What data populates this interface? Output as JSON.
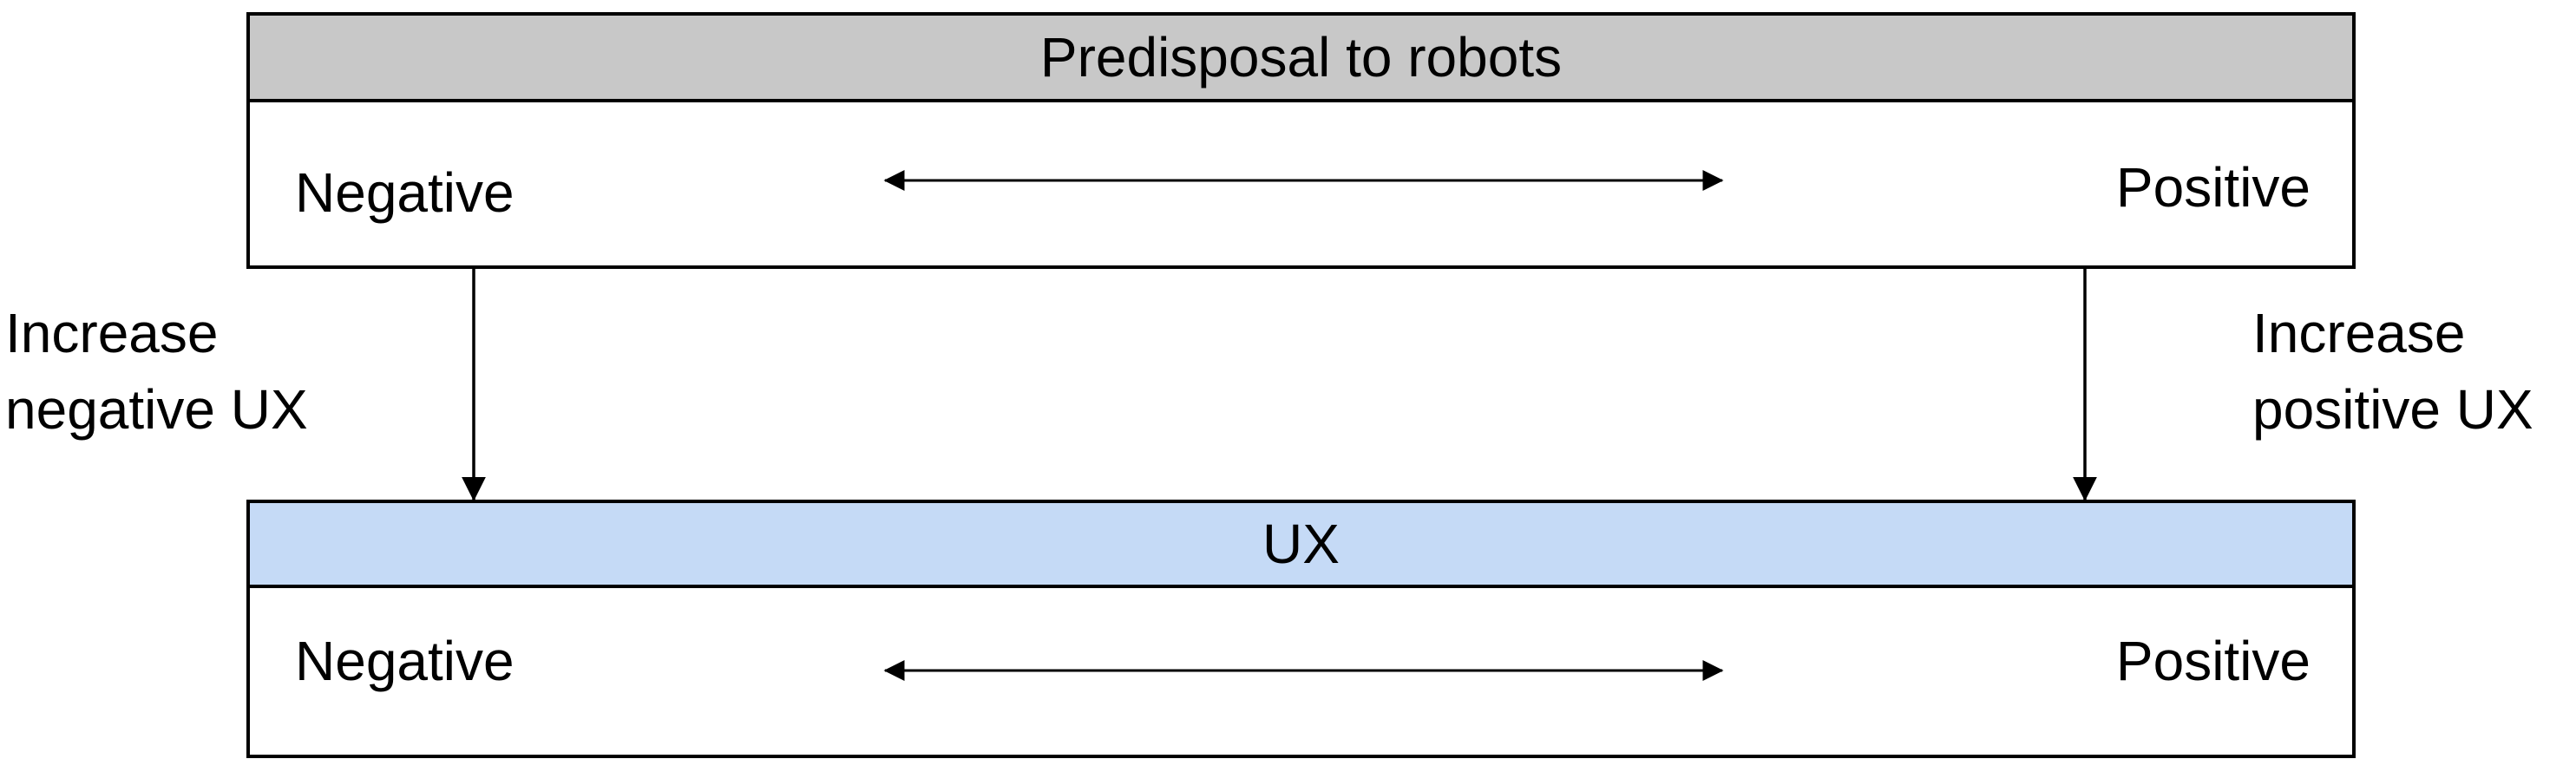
{
  "top_box": {
    "title": "Predisposal to robots",
    "left_label": "Negative",
    "right_label": "Positive",
    "header_color": "#c8c8c8"
  },
  "bottom_box": {
    "title": "UX",
    "left_label": "Negative",
    "right_label": "Positive",
    "header_color": "#c5daf6"
  },
  "left_effect": {
    "line1": "Increase",
    "line2": "negative UX"
  },
  "right_effect": {
    "line1": "Increase",
    "line2": "positive UX"
  }
}
